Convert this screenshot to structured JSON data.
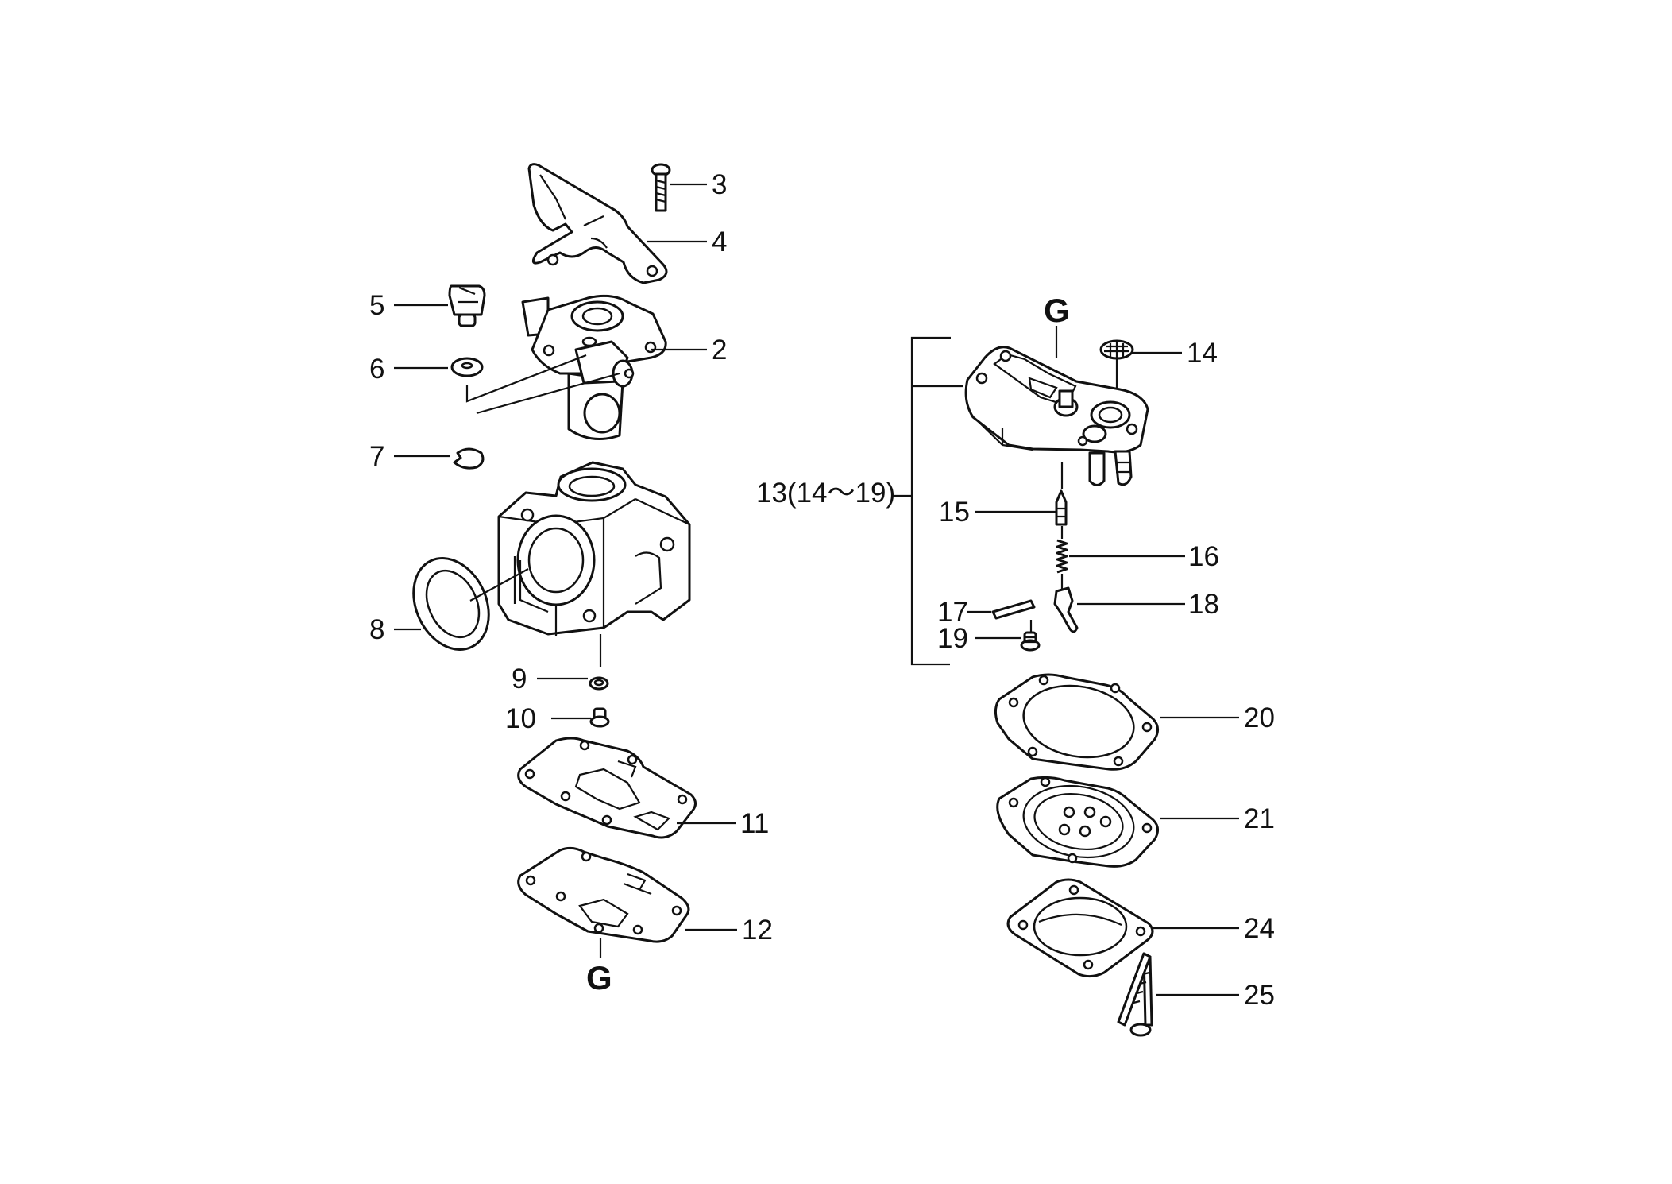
{
  "diagram": {
    "left_callouts": [
      {
        "label": "3",
        "part": "screw"
      },
      {
        "label": "4",
        "part": "bracket"
      },
      {
        "label": "5",
        "part": "plug"
      },
      {
        "label": "6",
        "part": "washer"
      },
      {
        "label": "2",
        "part": "throttle-body"
      },
      {
        "label": "7",
        "part": "e-clip"
      },
      {
        "label": "8",
        "part": "seal"
      },
      {
        "label": "9",
        "part": "o-ring"
      },
      {
        "label": "10",
        "part": "screw"
      },
      {
        "label": "11",
        "part": "gasket"
      },
      {
        "label": "12",
        "part": "diaphragm"
      }
    ],
    "right_callouts": [
      {
        "label": "14",
        "part": "filter-screen"
      },
      {
        "label": "13(14～19)",
        "part": "pump-body-assembly"
      },
      {
        "label": "15",
        "part": "needle"
      },
      {
        "label": "16",
        "part": "spring"
      },
      {
        "label": "17",
        "part": "pin"
      },
      {
        "label": "18",
        "part": "lever"
      },
      {
        "label": "19",
        "part": "screw"
      },
      {
        "label": "20",
        "part": "gasket"
      },
      {
        "label": "21",
        "part": "diaphragm"
      },
      {
        "label": "24",
        "part": "cover"
      },
      {
        "label": "25",
        "part": "bolt"
      }
    ],
    "marker_g_top": "G",
    "marker_g_bottom": "G",
    "line_color": "#111111",
    "background_color": "#ffffff"
  }
}
